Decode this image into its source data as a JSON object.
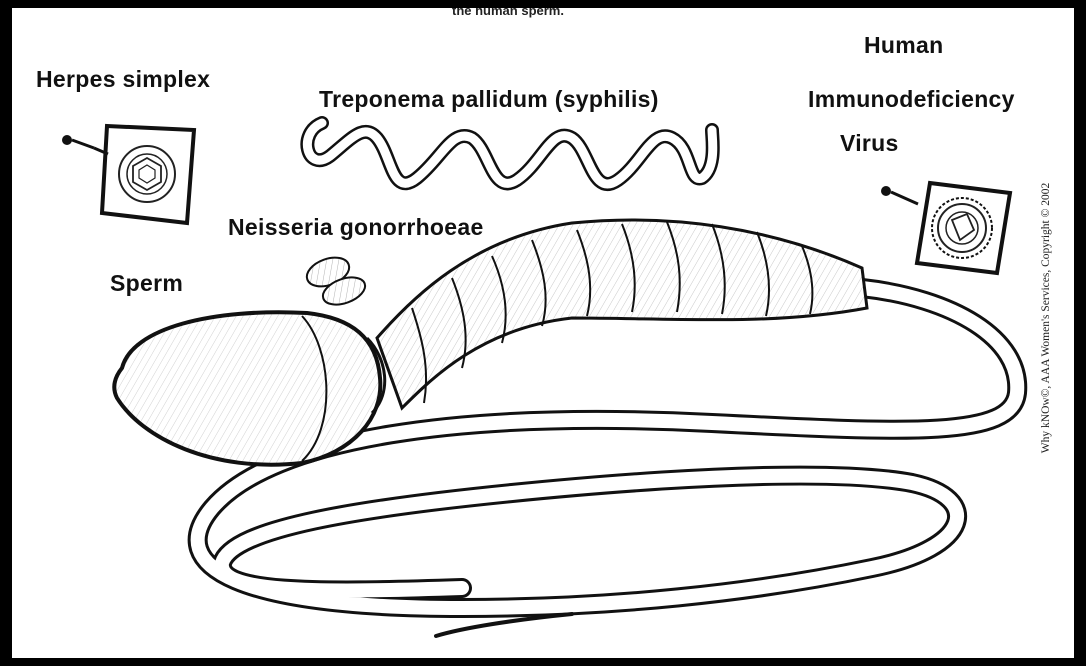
{
  "labels": {
    "top_caption": "the human sperm.",
    "herpes": "Herpes simplex",
    "treponema": "Treponema pallidum (syphilis)",
    "hiv_line1": "Human",
    "hiv_line2": "Immunodeficiency",
    "hiv_line3": "Virus",
    "neisseria": "Neisseria gonorrhoeae",
    "sperm": "Sperm"
  },
  "copyright": "Why kNOw©, AAA Women's Services, Copyright © 2002",
  "icons": {
    "herpes": "herpes-virus-icon",
    "hiv": "hiv-virus-icon",
    "treponema": "spiral-bacterium-icon",
    "neisseria": "diplococcus-icon",
    "sperm": "sperm-cell-illustration"
  },
  "colors": {
    "background": "#000000",
    "paper": "#ffffff",
    "ink": "#111111"
  }
}
